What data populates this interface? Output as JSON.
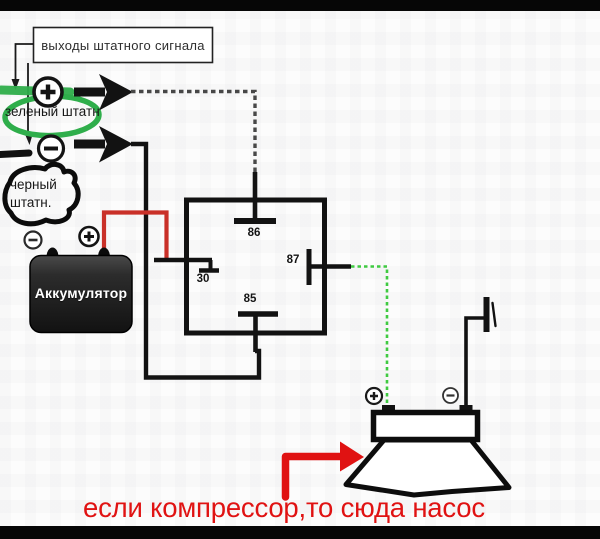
{
  "figure": {
    "title_box": {
      "text": "выходы штатного сигнала"
    },
    "signal_outputs": {
      "green_note": "зеленый штатн",
      "black_note_line1": "черный",
      "black_note_line2": "штатн."
    },
    "battery": {
      "label": "Аккумулятор"
    },
    "relay": {
      "pin_top": "86",
      "pin_left": "30",
      "pin_right": "87",
      "pin_bottom": "85"
    },
    "annotation": {
      "bottom_note": "если компрессор,то сюда насос"
    },
    "colors": {
      "ink": "#121212",
      "marker_green": "#2fae4b",
      "wire_green": "#3fca41",
      "wire_red": "#c93028",
      "annotation_red": "#e01212",
      "wire_gray_dashed": "#474747",
      "battery_fill": "#242424",
      "background": "#fcfcfc",
      "letterbox": "#060606"
    }
  }
}
